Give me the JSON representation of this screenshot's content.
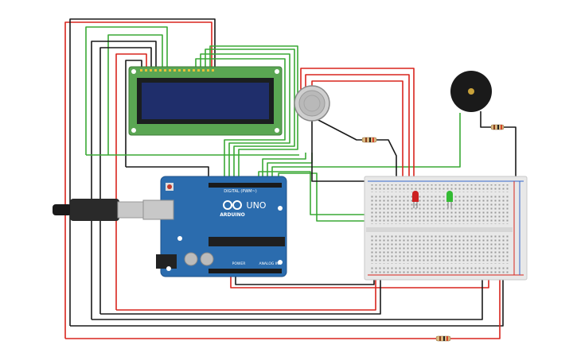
{
  "arduino": {
    "brand": "ARDUINO",
    "model": "UNO",
    "header_digital": "DIGITAL (PWM~)",
    "header_power": "POWER",
    "header_analog": "ANALOG IN"
  },
  "colors": {
    "wire_red": "#d9251d",
    "wire_green": "#3aa935",
    "wire_black": "#1a1a1a",
    "board_blue": "#2b6cae",
    "lcd_green": "#5aa653",
    "lcd_screen": "#1f2e6b",
    "breadboard": "#e8e8e8",
    "led_red": "#cc2020",
    "led_green": "#33bb33"
  },
  "components": {
    "lcd": "lcd-16x2",
    "gas_sensor": "gas-sensor",
    "buzzer": "piezo-buzzer",
    "breadboard": "breadboard",
    "arduino": "arduino-uno",
    "usb_cable": "usb-cable",
    "led_red": "red-led",
    "led_green": "green-led"
  }
}
